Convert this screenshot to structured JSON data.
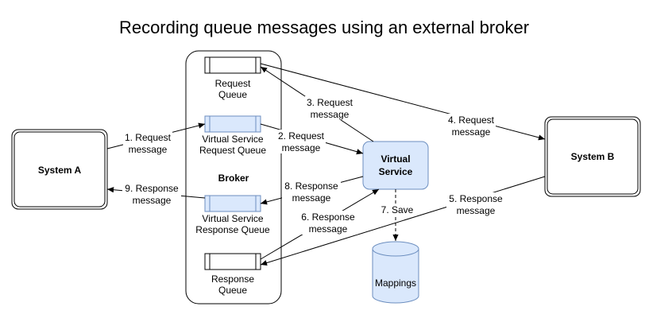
{
  "title": "Recording queue messages using an external broker",
  "broker": {
    "label": "Broker"
  },
  "nodes": {
    "system_a": "System A",
    "system_b": "System B",
    "virtual_service": {
      "line1": "Virtual",
      "line2": "Service"
    },
    "mappings": "Mappings"
  },
  "queues": {
    "request_queue": {
      "line1": "Request",
      "line2": "Queue"
    },
    "vs_request_queue": {
      "line1": "Virtual Service",
      "line2": "Request Queue"
    },
    "vs_response_queue": {
      "line1": "Virtual Service",
      "line2": "Response Queue"
    },
    "response_queue": {
      "line1": "Response",
      "line2": "Queue"
    }
  },
  "edges": {
    "e1": {
      "line1": "1. Request",
      "line2": "message"
    },
    "e2": {
      "line1": "2. Request",
      "line2": "message"
    },
    "e3": {
      "line1": "3. Request",
      "line2": "message"
    },
    "e4": {
      "line1": "4. Request",
      "line2": "message"
    },
    "e5": {
      "line1": "5. Response",
      "line2": "message"
    },
    "e6": {
      "line1": "6. Response",
      "line2": "message"
    },
    "e7": {
      "line1": "7. Save"
    },
    "e8": {
      "line1": "8. Response",
      "line2": "message"
    },
    "e9": {
      "line1": "9. Response",
      "line2": "message"
    }
  },
  "colors": {
    "queue_fill_plain": "#ffffff",
    "queue_fill_virtual": "#dae8fc",
    "virtual_service_fill": "#dae8fc",
    "mappings_fill": "#dae8fc",
    "stroke": "#000000",
    "accent_stroke": "#6c8ebf"
  }
}
